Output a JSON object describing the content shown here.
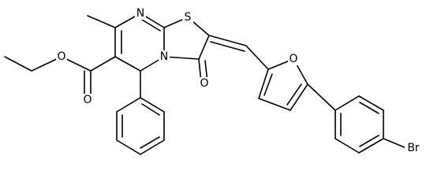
{
  "molecule": {
    "atoms": {
      "N_top": "N",
      "S": "S",
      "N_ring": "N",
      "O_ketone": "O",
      "O_furan": "O",
      "O_ester_single": "O",
      "O_ester_double": "O",
      "Br": "Br"
    }
  }
}
